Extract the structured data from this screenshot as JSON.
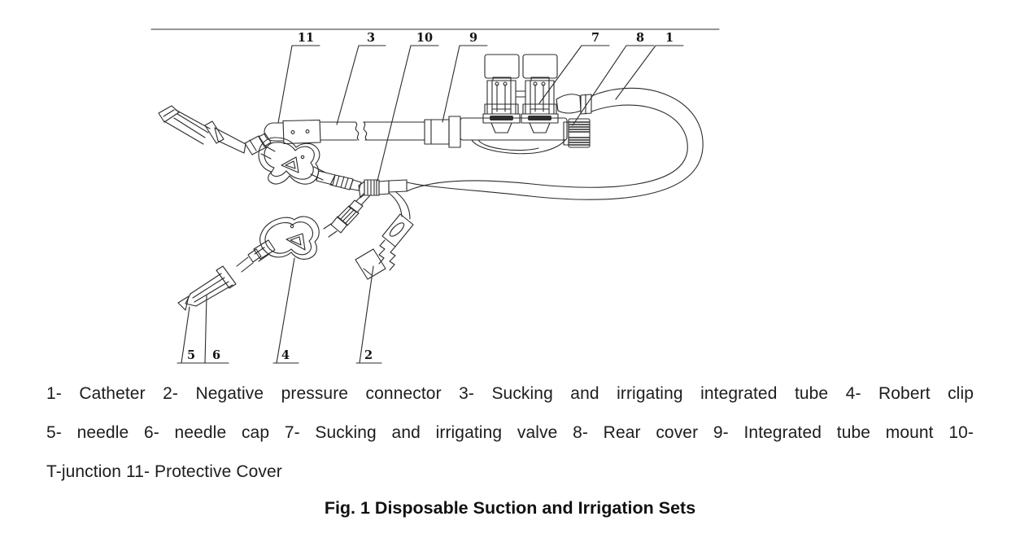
{
  "colors": {
    "background": "#ffffff",
    "line": "#2b2b2b",
    "text": "#1d1d1d"
  },
  "figure": {
    "description": "Technical line drawing of a disposable suction and irrigation set with numbered callouts",
    "callouts": {
      "top": [
        {
          "label": "11"
        },
        {
          "label": "3"
        },
        {
          "label": "10"
        },
        {
          "label": "9"
        },
        {
          "label": "7"
        },
        {
          "label": "8"
        },
        {
          "label": "1"
        }
      ],
      "bottom": [
        {
          "label": "5"
        },
        {
          "label": "6"
        },
        {
          "label": "4"
        },
        {
          "label": "2"
        }
      ]
    }
  },
  "legend": {
    "lines": [
      "1- Catheter 2- Negative pressure connector 3- Sucking and irrigating integrated tube 4- Robert clip",
      "5- needle 6- needle cap 7- Sucking and irrigating valve 8- Rear cover 9- Integrated tube mount 10-",
      "T-junction 11- Protective Cover"
    ],
    "caption": "Fig. 1 Disposable Suction and Irrigation Sets"
  }
}
